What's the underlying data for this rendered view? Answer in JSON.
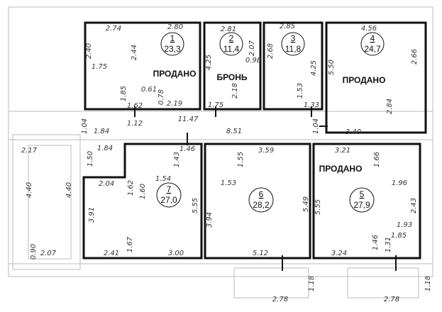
{
  "rooms": [
    {
      "number": "1",
      "area": "23,3",
      "status": "ПРОДАНО"
    },
    {
      "number": "2",
      "area": "11,4",
      "status": "БРОНЬ"
    },
    {
      "number": "3",
      "area": "11,8",
      "status": ""
    },
    {
      "number": "4",
      "area": "24,7",
      "status": "ПРОДАНО"
    },
    {
      "number": "5",
      "area": "27,9",
      "status": "ПРОДАНО"
    },
    {
      "number": "6",
      "area": "28,2",
      "status": ""
    },
    {
      "number": "7",
      "area": "27,0",
      "status": ""
    }
  ],
  "dims": {
    "r1": [
      "2.74",
      "2.80",
      "2.40",
      "2.44",
      "1.75",
      "1.85",
      "0.61",
      "0.78",
      "2.19",
      "1.62"
    ],
    "r2": [
      "2.81",
      "2.07",
      "0.98",
      "4.25",
      "2.18",
      "1.75"
    ],
    "r3": [
      "2.85",
      "2.68",
      "4.25",
      "1.53",
      "1.33"
    ],
    "r4": [
      "4.56",
      "5.50",
      "2.66",
      "2.84",
      "3.40"
    ],
    "corr": [
      "1.04",
      "1.84",
      "1.12",
      "11.47",
      "8.51",
      "1.04"
    ],
    "left": [
      "2.17",
      "4.40",
      "4.40",
      "0.90",
      "2.07"
    ],
    "r7": [
      "1.84",
      "1.50",
      "1.46",
      "1.43",
      "2.04",
      "1.62",
      "1.60",
      "1.54",
      "5.55",
      "3.91",
      "1.67",
      "2.41",
      "3.00"
    ],
    "r6": [
      "3.59",
      "1.55",
      "1.53",
      "5.49",
      "3.94",
      "5.12"
    ],
    "r5": [
      "3.21",
      "1.66",
      "1.96",
      "5.55",
      "2.43",
      "1.93",
      "1.85",
      "1.46",
      "1.31",
      "3.24"
    ],
    "bottom": [
      "1.18",
      "2.78",
      "1.18",
      "2.78"
    ]
  }
}
